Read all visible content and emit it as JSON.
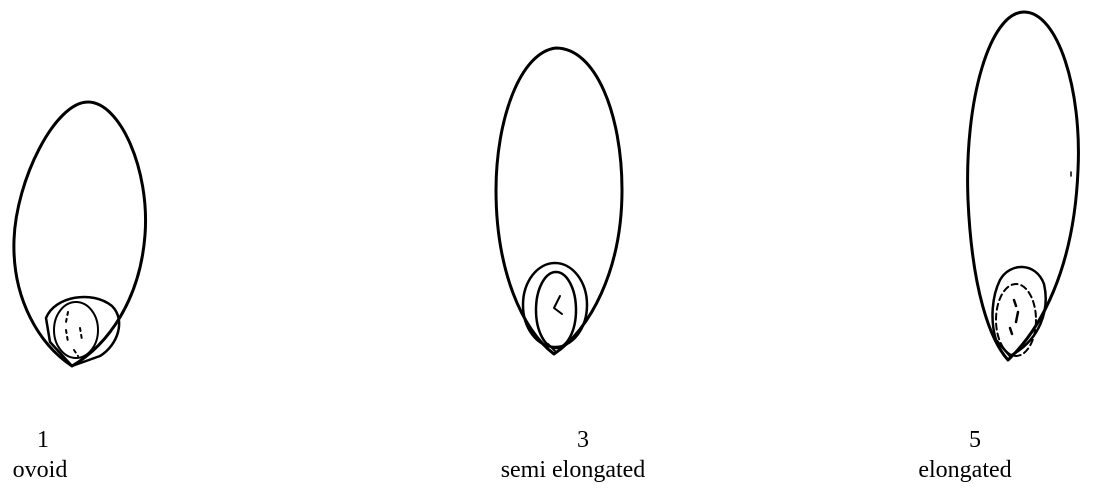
{
  "figure": {
    "panels": [
      {
        "number": "1",
        "name": "ovoid"
      },
      {
        "number": "3",
        "name": "semi elongated"
      },
      {
        "number": "5",
        "name": "elongated"
      }
    ]
  },
  "colors": {
    "line": "#000000",
    "background": "#ffffff"
  }
}
